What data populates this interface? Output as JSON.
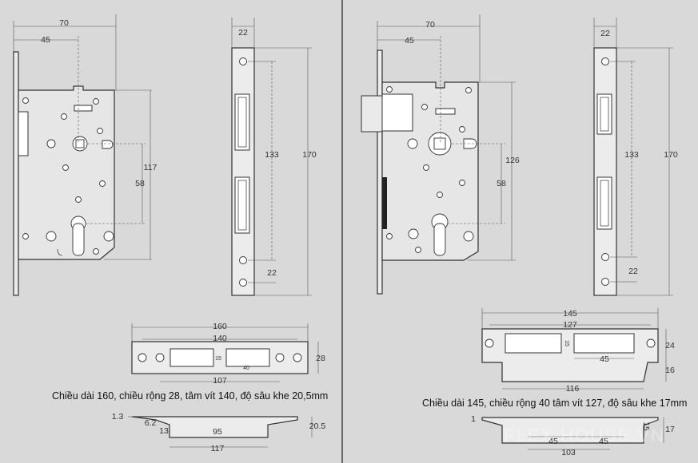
{
  "left": {
    "dims": {
      "width_total": "70",
      "backset": "45",
      "faceplate_width": "22",
      "height_117": "117",
      "center_58": "58",
      "slot_133": "133",
      "faceplate_170": "170",
      "screw_22": "22",
      "strike_160": "160",
      "strike_140": "140",
      "strike_107": "107",
      "strike_15": "15",
      "strike_40": "40",
      "strike_28": "28",
      "side_1_3": "1.3",
      "side_6_2": "6.2",
      "side_13": "13",
      "side_95": "95",
      "side_20_5": "20.5",
      "side_117": "117"
    },
    "caption": "Chiều dài 160, chiều rộng 28, tâm vít 140, độ sâu khe 20,5mm"
  },
  "right": {
    "dims": {
      "width_total": "70",
      "backset": "45",
      "faceplate_width": "22",
      "height_126": "126",
      "center_58": "58",
      "slot_133": "133",
      "faceplate_170": "170",
      "screw_22": "22",
      "strike_145": "145",
      "strike_127": "127",
      "strike_15": "15",
      "strike_45": "45",
      "strike_116": "116",
      "strike_24": "24",
      "strike_16": "16",
      "side_1": "1",
      "side_15": "15",
      "side_17": "17",
      "side_45a": "45",
      "side_45b": "45",
      "side_103": "103"
    },
    "caption": "Chiều dài 145, chiều rộng 40 tâm vít 127, độ sâu khe 17mm"
  },
  "watermark": "FLEX HOUSE.VN",
  "colors": {
    "background": "#d9d9d9",
    "line": "#333333",
    "divider": "#444444"
  }
}
